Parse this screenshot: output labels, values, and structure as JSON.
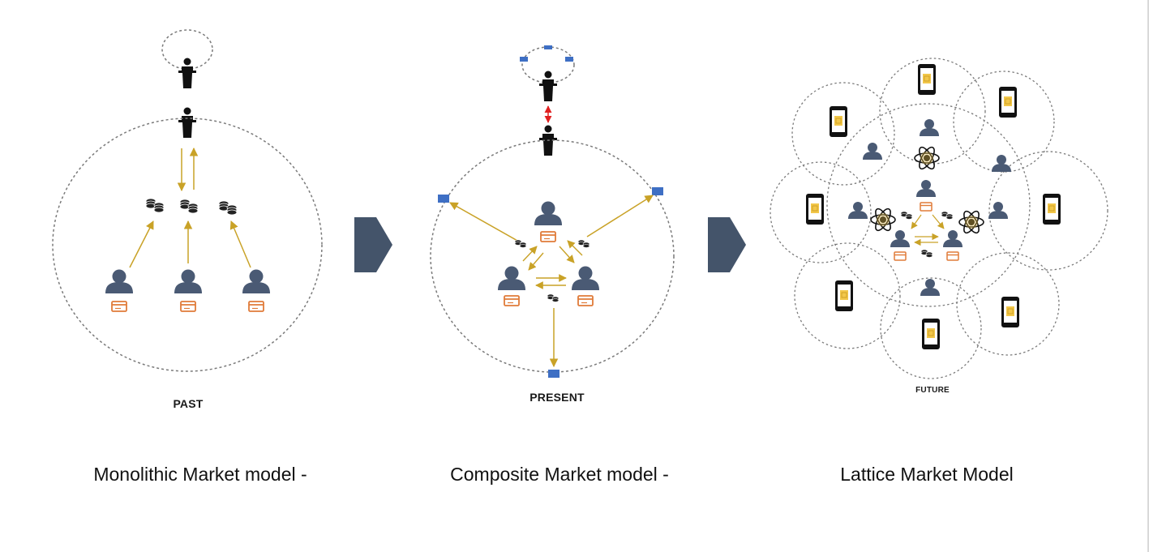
{
  "panels": [
    {
      "era_label": "PAST",
      "caption": "Monolithic Market model -"
    },
    {
      "era_label": "PRESENT",
      "caption": "Composite Market model -"
    },
    {
      "era_label": "FUTURE",
      "caption": "Lattice Market Model"
    }
  ],
  "colors": {
    "person": "#4a5a74",
    "card": "#e07b39",
    "arrow_gold": "#c9a227",
    "arrow_red": "#e02020",
    "market_node": "#3e6fc4",
    "chevron": "#44546a",
    "dashed": "#7a7a7a",
    "phone_screen": "#f2c74a"
  },
  "icons": [
    "podium-speaker-icon",
    "person-icon",
    "credit-card-icon",
    "coins-icon",
    "market-node-icon",
    "smartphone-icon",
    "atom-icon",
    "chevron-arrow-icon"
  ]
}
